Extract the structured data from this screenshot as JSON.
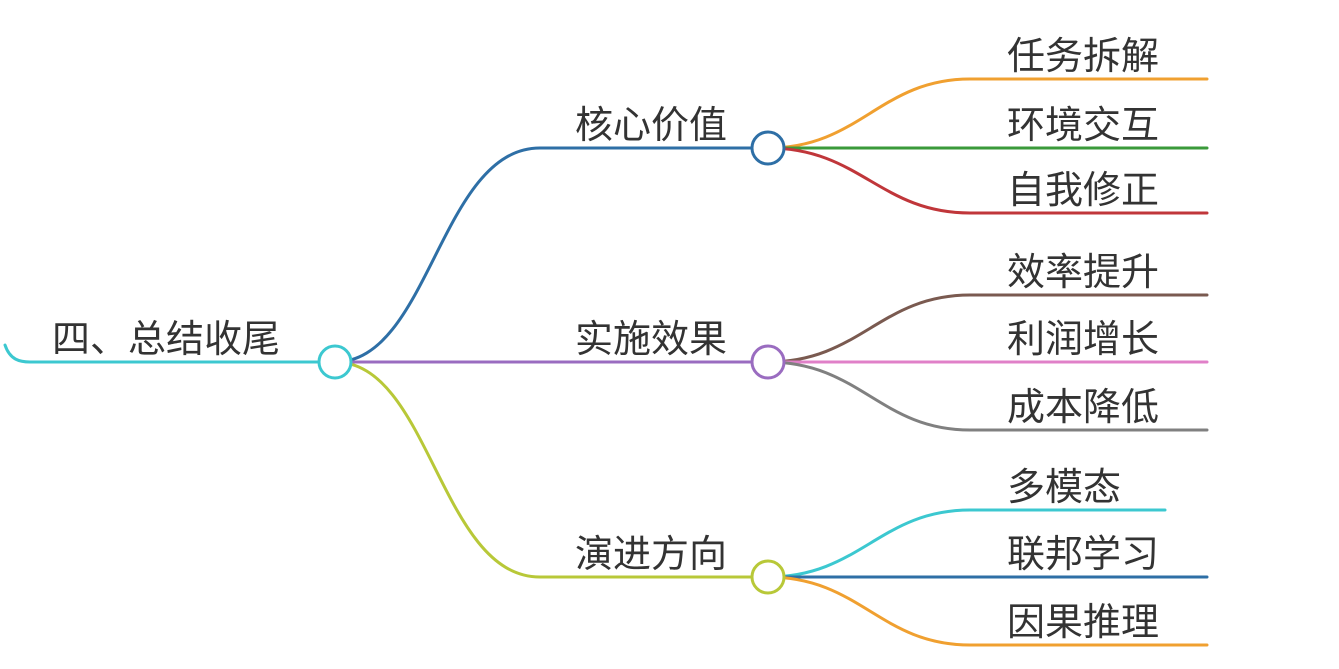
{
  "root": {
    "label": "四、总结收尾",
    "color": "#3cc8d0"
  },
  "branches": [
    {
      "label": "核心价值",
      "color": "#2e6fa6",
      "children": [
        {
          "label": "任务拆解",
          "color": "#f0a030"
        },
        {
          "label": "环境交互",
          "color": "#3a9a3a"
        },
        {
          "label": "自我修正",
          "color": "#c0363a"
        }
      ]
    },
    {
      "label": "实施效果",
      "color": "#9a6cc0",
      "children": [
        {
          "label": "效率提升",
          "color": "#7a5a50"
        },
        {
          "label": "利润增长",
          "color": "#e080c8"
        },
        {
          "label": "成本降低",
          "color": "#808080"
        }
      ]
    },
    {
      "label": "演进方向",
      "color": "#b8c838",
      "children": [
        {
          "label": "多模态",
          "color": "#3cc8d0"
        },
        {
          "label": "联邦学习",
          "color": "#2e6fa6"
        },
        {
          "label": "因果推理",
          "color": "#f0a030"
        }
      ]
    }
  ]
}
